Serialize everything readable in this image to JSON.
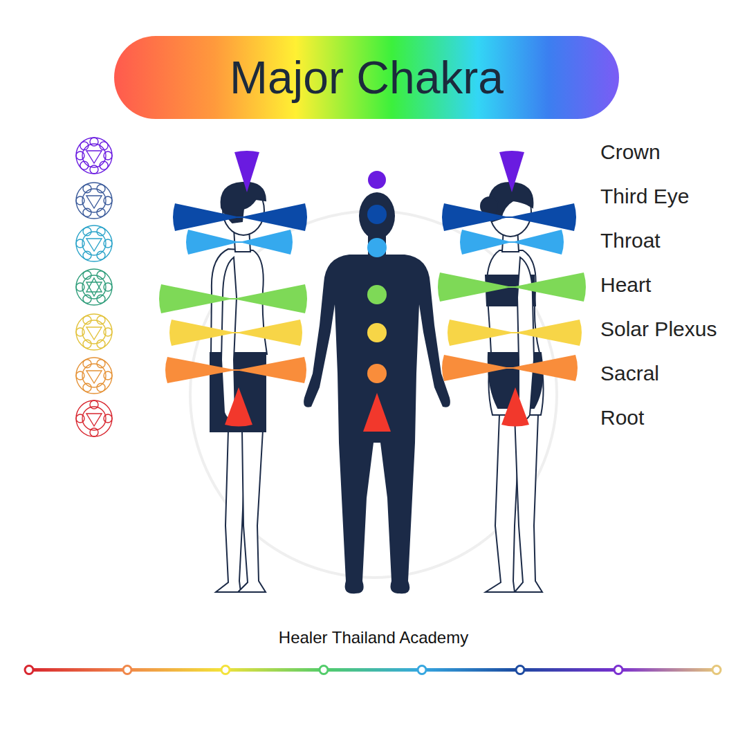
{
  "diagram": {
    "title": "Major Chakra",
    "caption": "Healer Thailand Academy",
    "labels": [
      "Crown",
      "Third Eye",
      "Throat",
      "Heart",
      "Solar Plexus",
      "Sacral",
      "Root"
    ]
  }
}
